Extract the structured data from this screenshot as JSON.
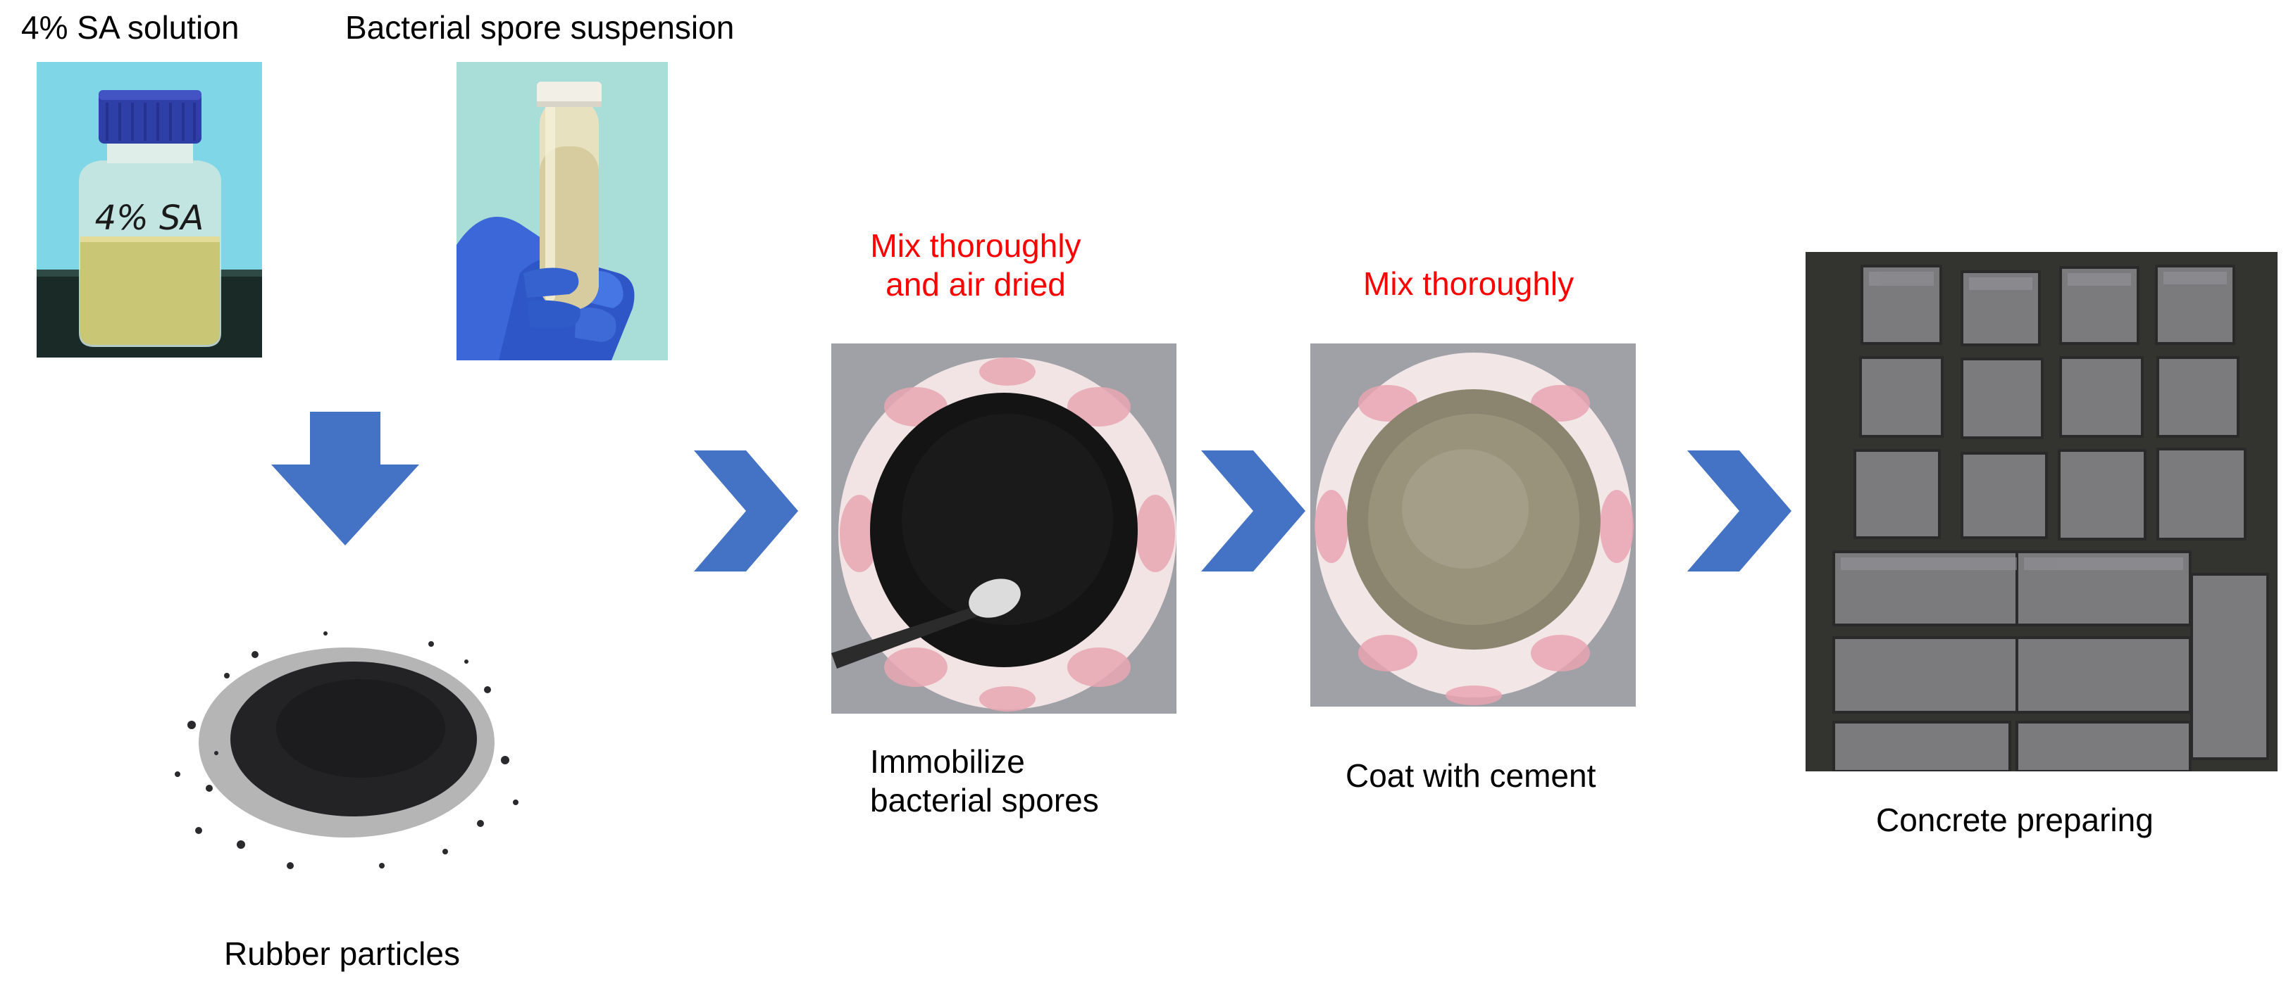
{
  "labels": {
    "sa_solution": "4% SA solution",
    "spore_suspension": "Bacterial spore suspension",
    "rubber": "Rubber particles",
    "step1_instruction_line1": "Mix thoroughly",
    "step1_instruction_line2": "and air dried",
    "step1_caption_line1": "Immobilize",
    "step1_caption_line2": "bacterial spores",
    "step2_instruction": "Mix thoroughly",
    "step2_caption": "Coat with cement",
    "step3_caption": "Concrete preparing"
  },
  "photo_text": {
    "bottle_handwriting": "4% SA"
  },
  "colors": {
    "arrow": "#4472c4",
    "instruction_text": "#ff0000",
    "caption_text": "#000000"
  }
}
